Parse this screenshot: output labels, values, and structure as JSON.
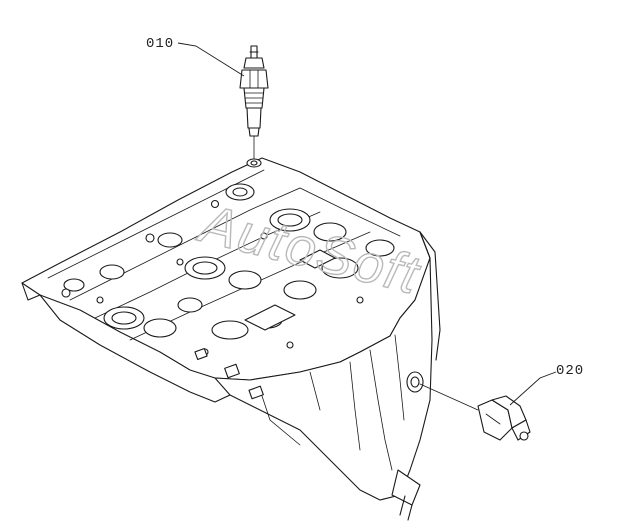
{
  "callouts": {
    "part_a": {
      "label": "010"
    },
    "part_b": {
      "label": "020"
    }
  },
  "watermark": {
    "text": "AutoSoft",
    "color": "#b9b9b9"
  },
  "colors": {
    "ink": "#1a1a1a",
    "background": "#ffffff"
  }
}
